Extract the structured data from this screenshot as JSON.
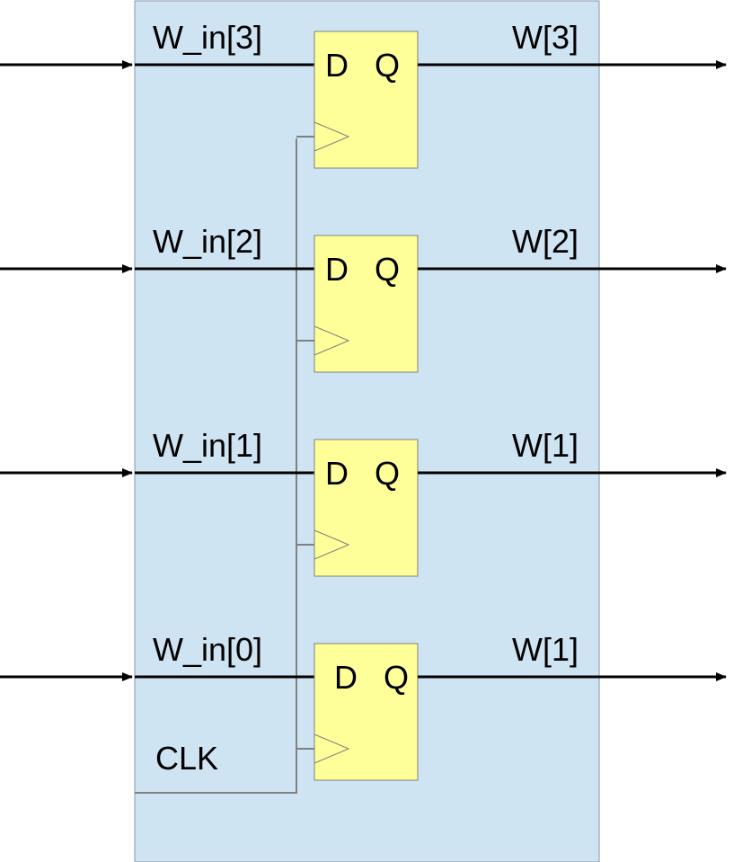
{
  "colors": {
    "panel_fill": "#cfe4f2",
    "panel_stroke": "#8a96a3",
    "flipflop_fill": "#ffff99",
    "flipflop_stroke": "#7f7f7f",
    "wire": "#000000",
    "clock_wire": "#808080"
  },
  "clock_label": "CLK",
  "registers": [
    {
      "input_label": "W_in[3]",
      "output_label": "W[3]",
      "d_label": "D",
      "q_label": "Q"
    },
    {
      "input_label": "W_in[2]",
      "output_label": "W[2]",
      "d_label": "D",
      "q_label": "Q"
    },
    {
      "input_label": "W_in[1]",
      "output_label": "W[1]",
      "d_label": "D",
      "q_label": "Q"
    },
    {
      "input_label": "W_in[0]",
      "output_label": "W[1]",
      "d_label": "D",
      "q_label": "Q"
    }
  ]
}
